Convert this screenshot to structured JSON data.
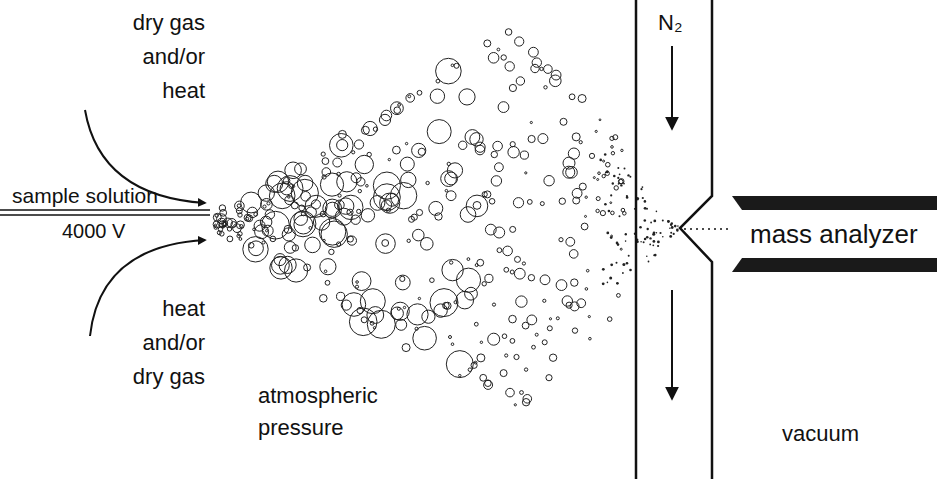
{
  "diagram": {
    "labels": [
      "dry gas and/or heat",
      "sample solution",
      "4000 V",
      "heat and/or dry gas",
      "atmospheric pressure",
      "N₂",
      "mass analyzer",
      "vacuum"
    ]
  }
}
